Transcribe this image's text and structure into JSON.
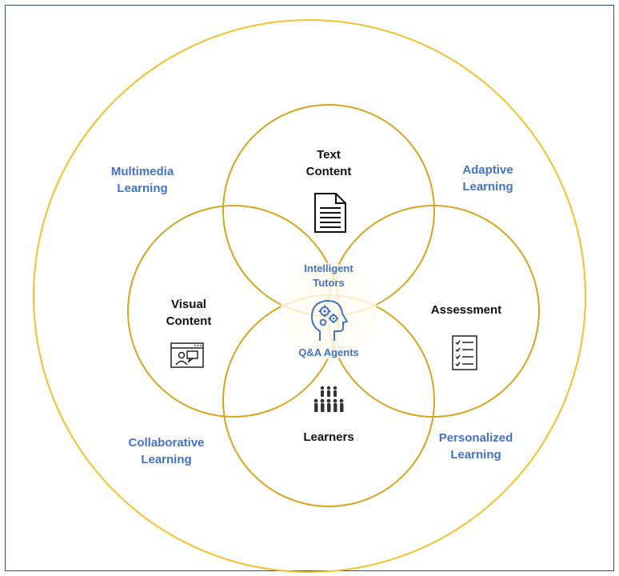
{
  "colors": {
    "ring": "#f2c12e",
    "ring_dark": "#d4a520",
    "core_blue": "#4472c4",
    "dark_text": "#111111",
    "frame": "#2f4f7a"
  },
  "outer": {
    "top_left": "Multimedia\nLearning",
    "top_right": "Adaptive\nLearning",
    "bottom_left": "Collaborative\nLearning",
    "bottom_right": "Personalized\nLearning"
  },
  "petals": {
    "top": {
      "label": "Text\nContent",
      "icon": "document-icon"
    },
    "left": {
      "label": "Visual\nContent",
      "icon": "presentation-screen-icon"
    },
    "right": {
      "label": "Assessment",
      "icon": "checklist-icon"
    },
    "bottom": {
      "label": "Learners",
      "icon": "people-group-icon"
    }
  },
  "center": {
    "top_label": "Intelligent\nTutors",
    "bottom_label": "Q&A Agents",
    "icon": "head-gears-icon"
  }
}
